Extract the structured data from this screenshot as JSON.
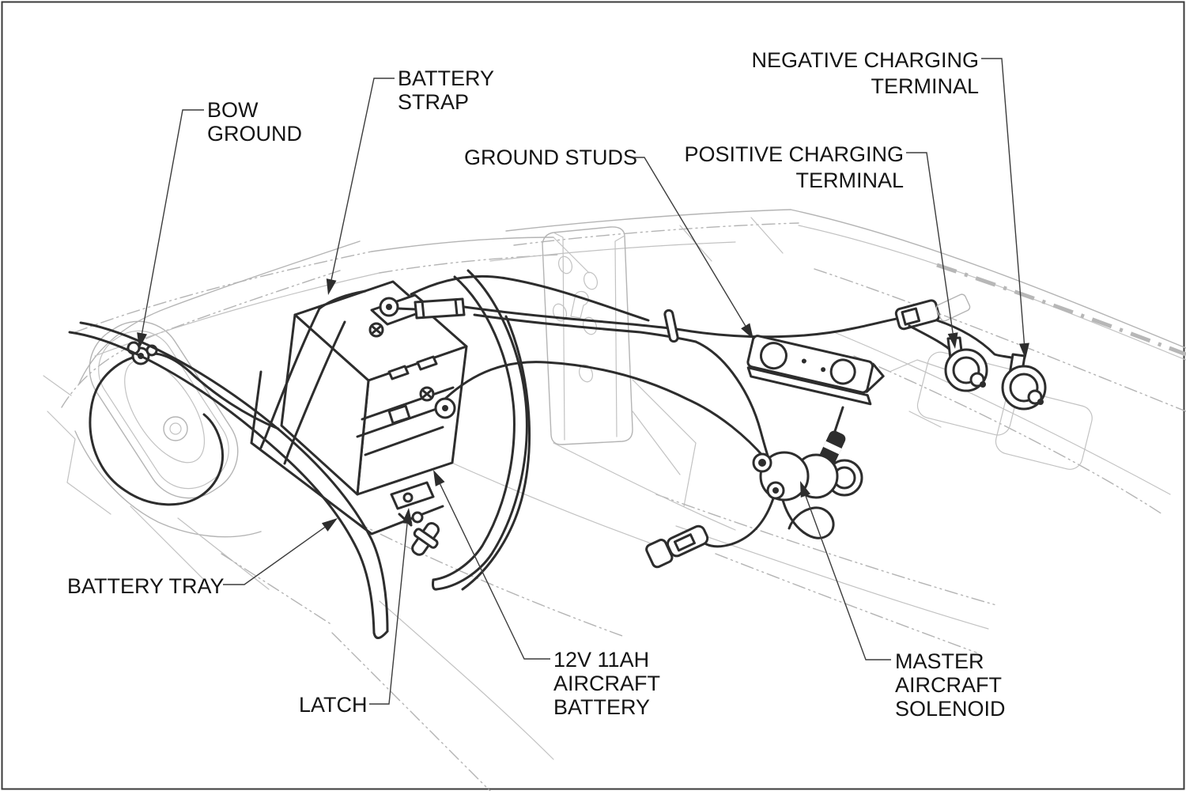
{
  "diagram_type": "technical line illustration - aircraft battery installation",
  "colors": {
    "background": "#ffffff",
    "foreground_ink": "#2d2d2d",
    "reference_wireframe": "#b4b4b4",
    "label_text": "#141414",
    "page_border": "#3a3a3a"
  },
  "labels": {
    "bow_ground": {
      "lines": [
        "BOW",
        "GROUND"
      ]
    },
    "battery_strap": {
      "lines": [
        "BATTERY",
        "STRAP"
      ]
    },
    "ground_studs": {
      "lines": [
        "GROUND STUDS"
      ]
    },
    "negative_charging_terminal": {
      "lines": [
        "NEGATIVE CHARGING",
        "TERMINAL"
      ]
    },
    "positive_charging_terminal": {
      "lines": [
        "POSITIVE CHARGING",
        "TERMINAL"
      ]
    },
    "battery_tray": {
      "lines": [
        "BATTERY TRAY"
      ]
    },
    "latch": {
      "lines": [
        "LATCH"
      ]
    },
    "aircraft_battery": {
      "lines": [
        "12V 11AH",
        "AIRCRAFT",
        "BATTERY"
      ]
    },
    "master_aircraft_solenoid": {
      "lines": [
        "MASTER",
        "AIRCRAFT",
        "SOLENOID"
      ]
    }
  }
}
